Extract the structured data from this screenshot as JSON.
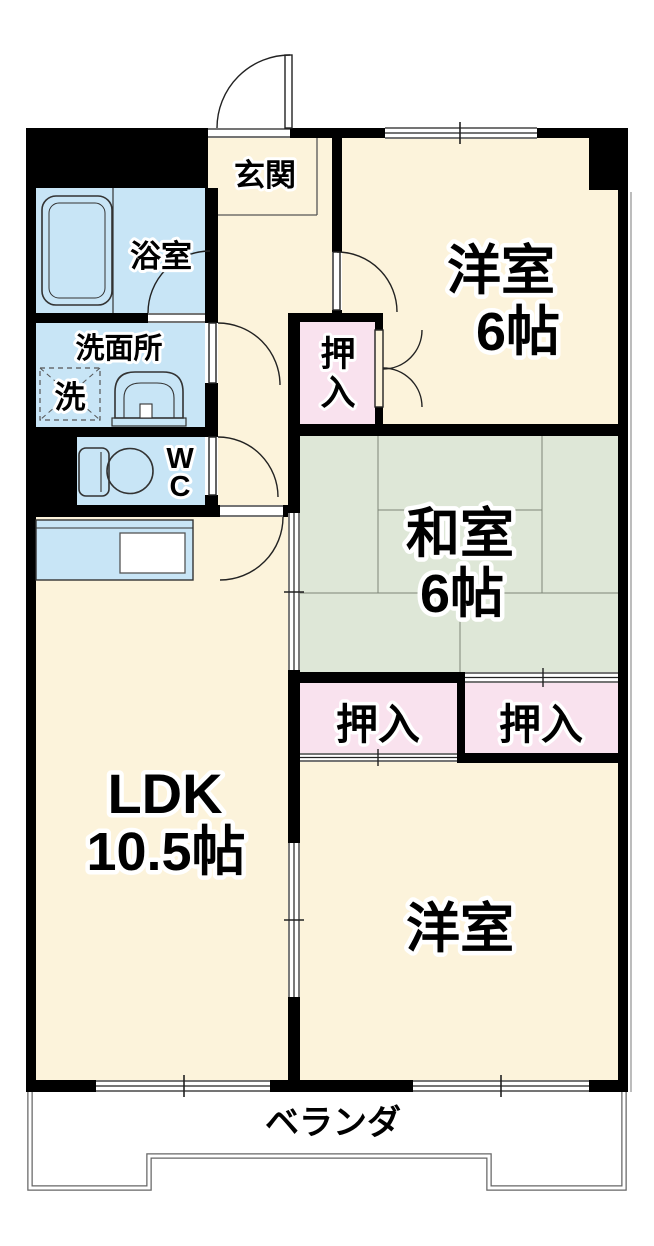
{
  "plan": {
    "rooms": {
      "genkan": {
        "label": "玄関"
      },
      "bathroom": {
        "label": "浴室"
      },
      "washroom": {
        "label": "洗面所"
      },
      "washer_box": {
        "label": "洗"
      },
      "wc": {
        "line1": "W",
        "line2": "C"
      },
      "western1": {
        "label": "洋室",
        "size": "6帖"
      },
      "japanese": {
        "label": "和室",
        "size": "6帖"
      },
      "closet_upper": {
        "label": "押入"
      },
      "closet_left": {
        "label": "押入"
      },
      "closet_right": {
        "label": "押入"
      },
      "ldk": {
        "label": "LDK",
        "size": "10.5帖"
      },
      "western2": {
        "label": "洋室"
      },
      "veranda": {
        "label": "ベランダ"
      }
    },
    "colors": {
      "room_cream": "#FCF3DB",
      "wet_blue": "#C8E5F6",
      "closet_pink": "#F9E2EE",
      "tatami_green": "#DEE7D7",
      "wall_black": "#000000",
      "balcony_line": "#666666"
    }
  }
}
